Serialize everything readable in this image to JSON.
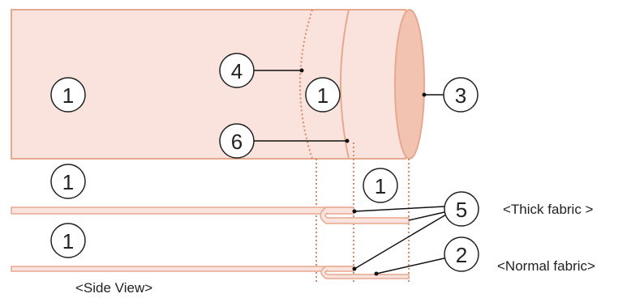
{
  "colors": {
    "fabric_fill": "#fae3dc",
    "fabric_edge": "#e6a88f",
    "cuff_end_fill": "#f3c3b2",
    "dotted_guide": "#d98a66",
    "line": "#111111"
  },
  "callouts": {
    "fabric_top_left": "1",
    "fabric_top_cuff": "1",
    "fabric_mid_left": "1",
    "fabric_mid_right": "1",
    "fabric_lower_left": "1",
    "seam_4": "4",
    "seam_6": "6",
    "opening_3": "3",
    "fold_5": "5",
    "hem_2": "2"
  },
  "captions": {
    "thick": "<Thick fabric >",
    "normal": "<Normal fabric>",
    "side_view": "<Side View>"
  }
}
